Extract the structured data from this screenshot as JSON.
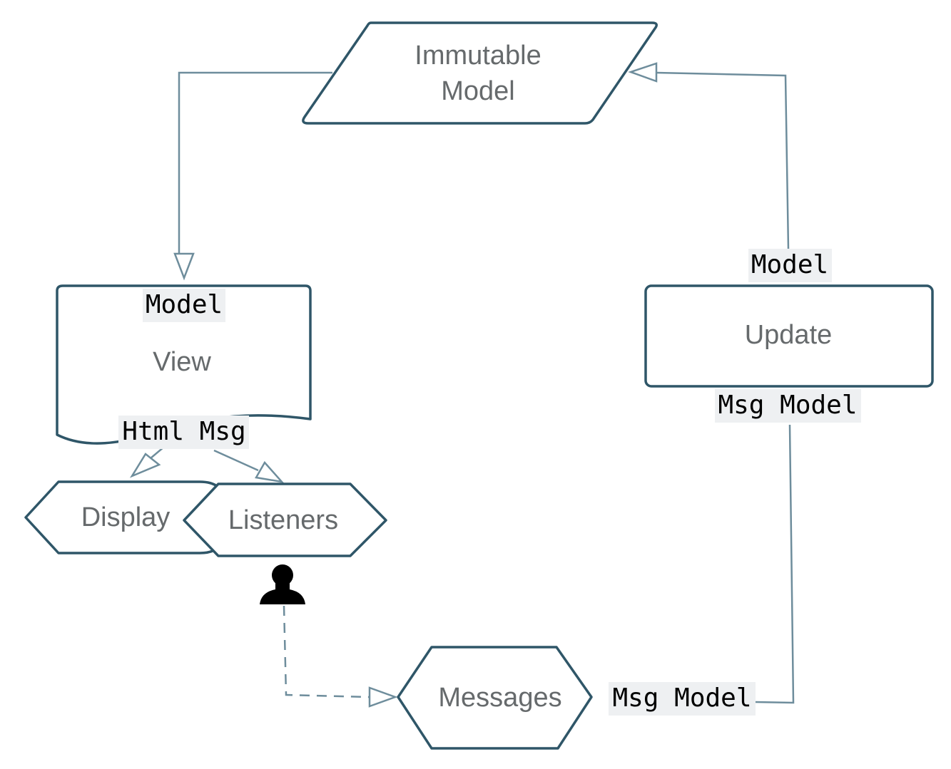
{
  "nodes": {
    "immutable_model": {
      "line1": "Immutable",
      "line2": "Model"
    },
    "view": {
      "label": "View",
      "input_type": "Model",
      "output_type": "Html Msg"
    },
    "update": {
      "label": "Update",
      "input_type": "Model",
      "output_type": "Msg Model"
    },
    "display": {
      "label": "Display"
    },
    "listeners": {
      "label": "Listeners"
    },
    "messages": {
      "label": "Messages",
      "output_type": "Msg Model"
    }
  },
  "icons": {
    "user": "user-icon"
  },
  "colors": {
    "node_border": "#2f5668",
    "connector": "#6e8d9c",
    "node_text": "#666a6c",
    "type_label_background": "#eef0f2"
  }
}
